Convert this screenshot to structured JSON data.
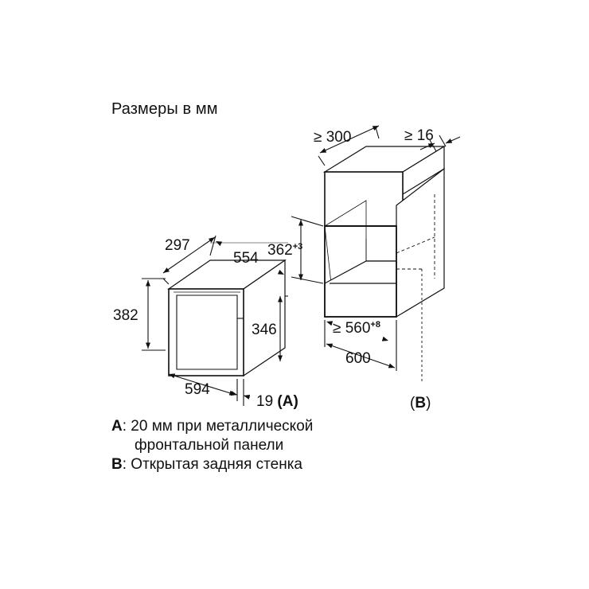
{
  "title": "Размеры в мм",
  "appliance": {
    "depth": "297",
    "width": "554",
    "height_outer": "382",
    "height_front": "346",
    "front_width": "594",
    "panel_offset": "19",
    "panel_note_ref": "(A)"
  },
  "niche": {
    "min_depth": "≥ 300",
    "min_gap": "≥ 16",
    "opening_height": "362",
    "opening_height_tol": "+3",
    "opening_width": "≥ 560",
    "opening_width_tol": "+8",
    "cabinet_width": "600",
    "rear_ref": "(B)"
  },
  "notes": [
    {
      "key": "A",
      "sep": ": ",
      "text": "20 мм при металлической",
      "cont": "фронтальной панели"
    },
    {
      "key": "B",
      "sep": ": ",
      "text": "Открытая задняя стенка"
    }
  ]
}
